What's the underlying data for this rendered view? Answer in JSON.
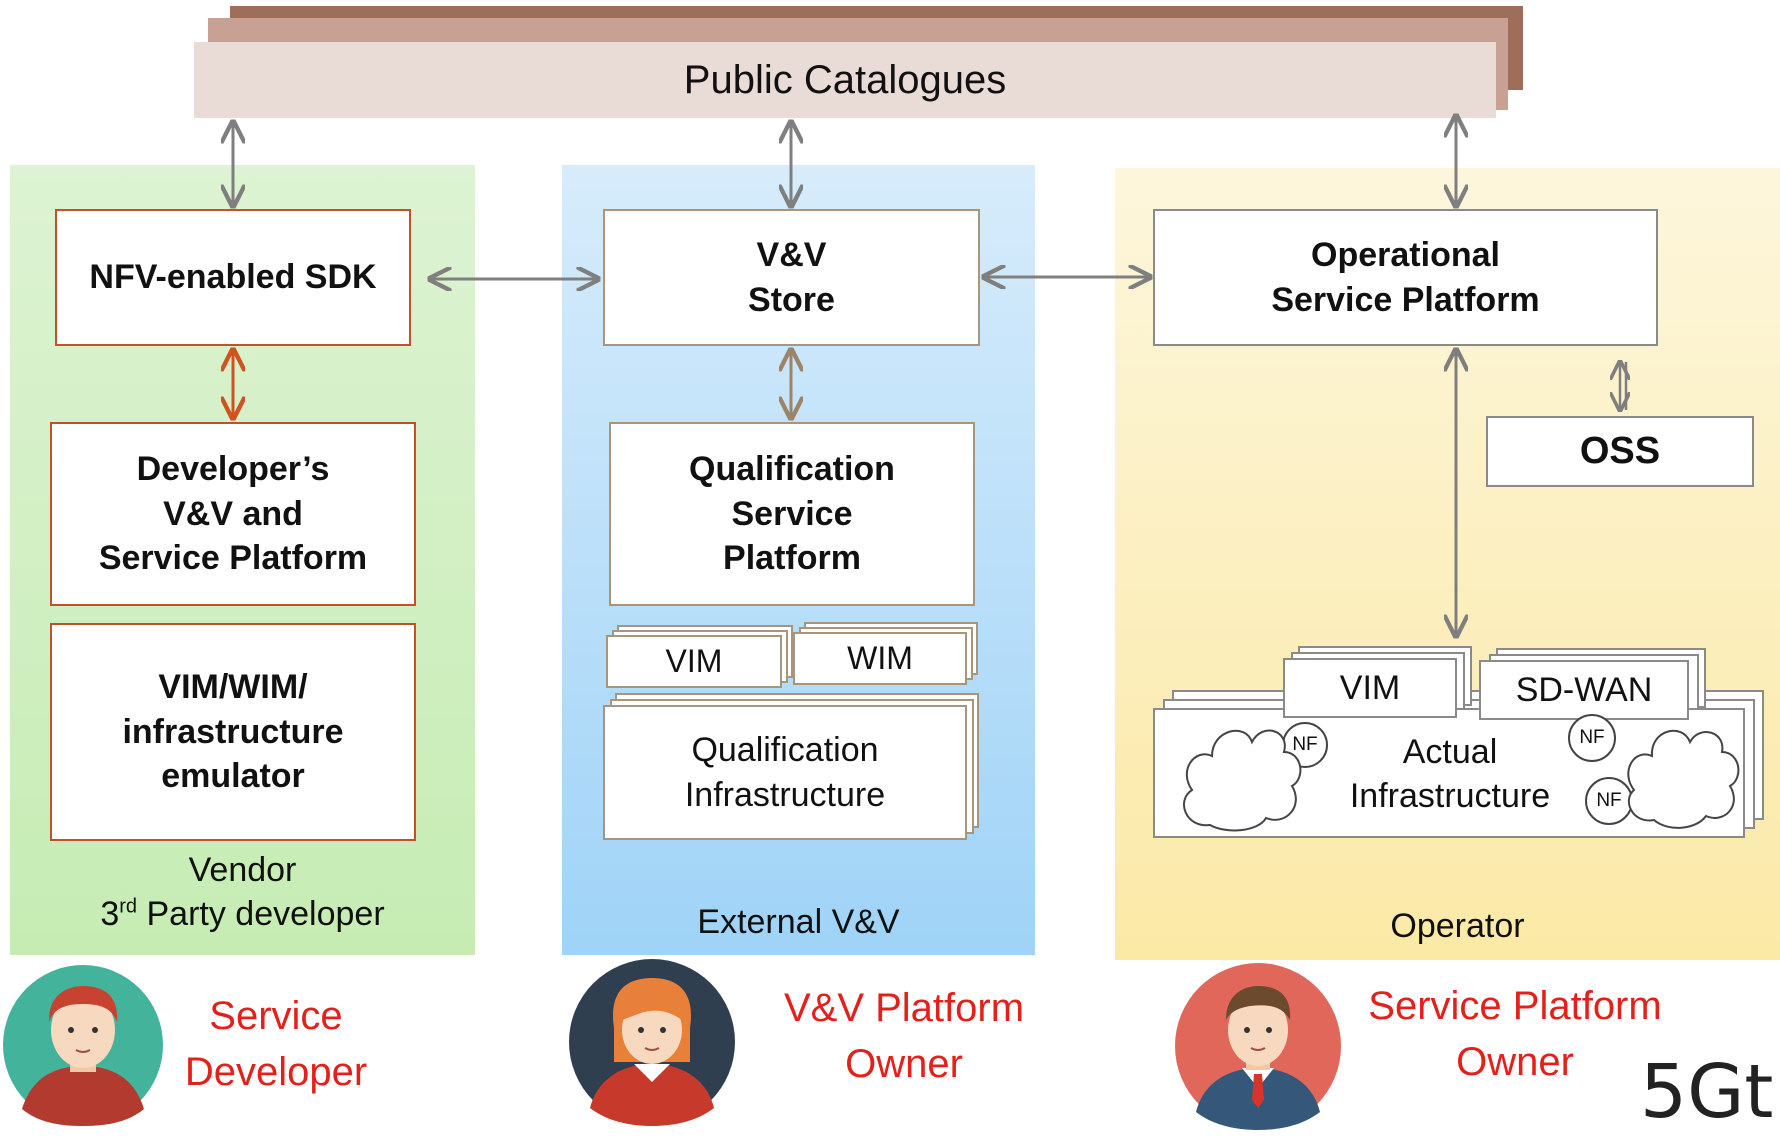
{
  "catalogues": {
    "label": "Public Catalogues"
  },
  "panels": {
    "vendor": {
      "sdk": "NFV-enabled SDK",
      "dev_platform": [
        "Developer’s",
        "V&V and",
        "Service Platform"
      ],
      "emulator": [
        "VIM/WIM/",
        "infrastructure",
        "emulator"
      ],
      "caption_line1": "Vendor",
      "caption_line2_prefix": "3",
      "caption_line2_sup": "rd",
      "caption_line2_suffix": " Party developer"
    },
    "external": {
      "store": [
        "V&V",
        "Store"
      ],
      "qsp": [
        "Qualification",
        "Service",
        "Platform"
      ],
      "vim": "VIM",
      "wim": "WIM",
      "qi": [
        "Qualification",
        "Infrastructure"
      ],
      "caption": "External V&V"
    },
    "operator": {
      "osp": [
        "Operational",
        "Service Platform"
      ],
      "oss": "OSS",
      "vim": "VIM",
      "sdwan": "SD-WAN",
      "ai": [
        "Actual",
        "Infrastructure"
      ],
      "nf": "NF",
      "caption": "Operator"
    }
  },
  "personas": {
    "developer": [
      "Service",
      "Developer"
    ],
    "vv_owner": [
      "V&V Platform",
      "Owner"
    ],
    "sp_owner": [
      "Service Platform",
      "Owner"
    ]
  },
  "brand": "5Gt",
  "colors": {
    "orange_border": "#c0522b",
    "orange_arrow": "#d0521e",
    "tan_arrow": "#9b8469",
    "grey_arrow": "#7f7f7f",
    "persona_text": "#e4201b"
  }
}
